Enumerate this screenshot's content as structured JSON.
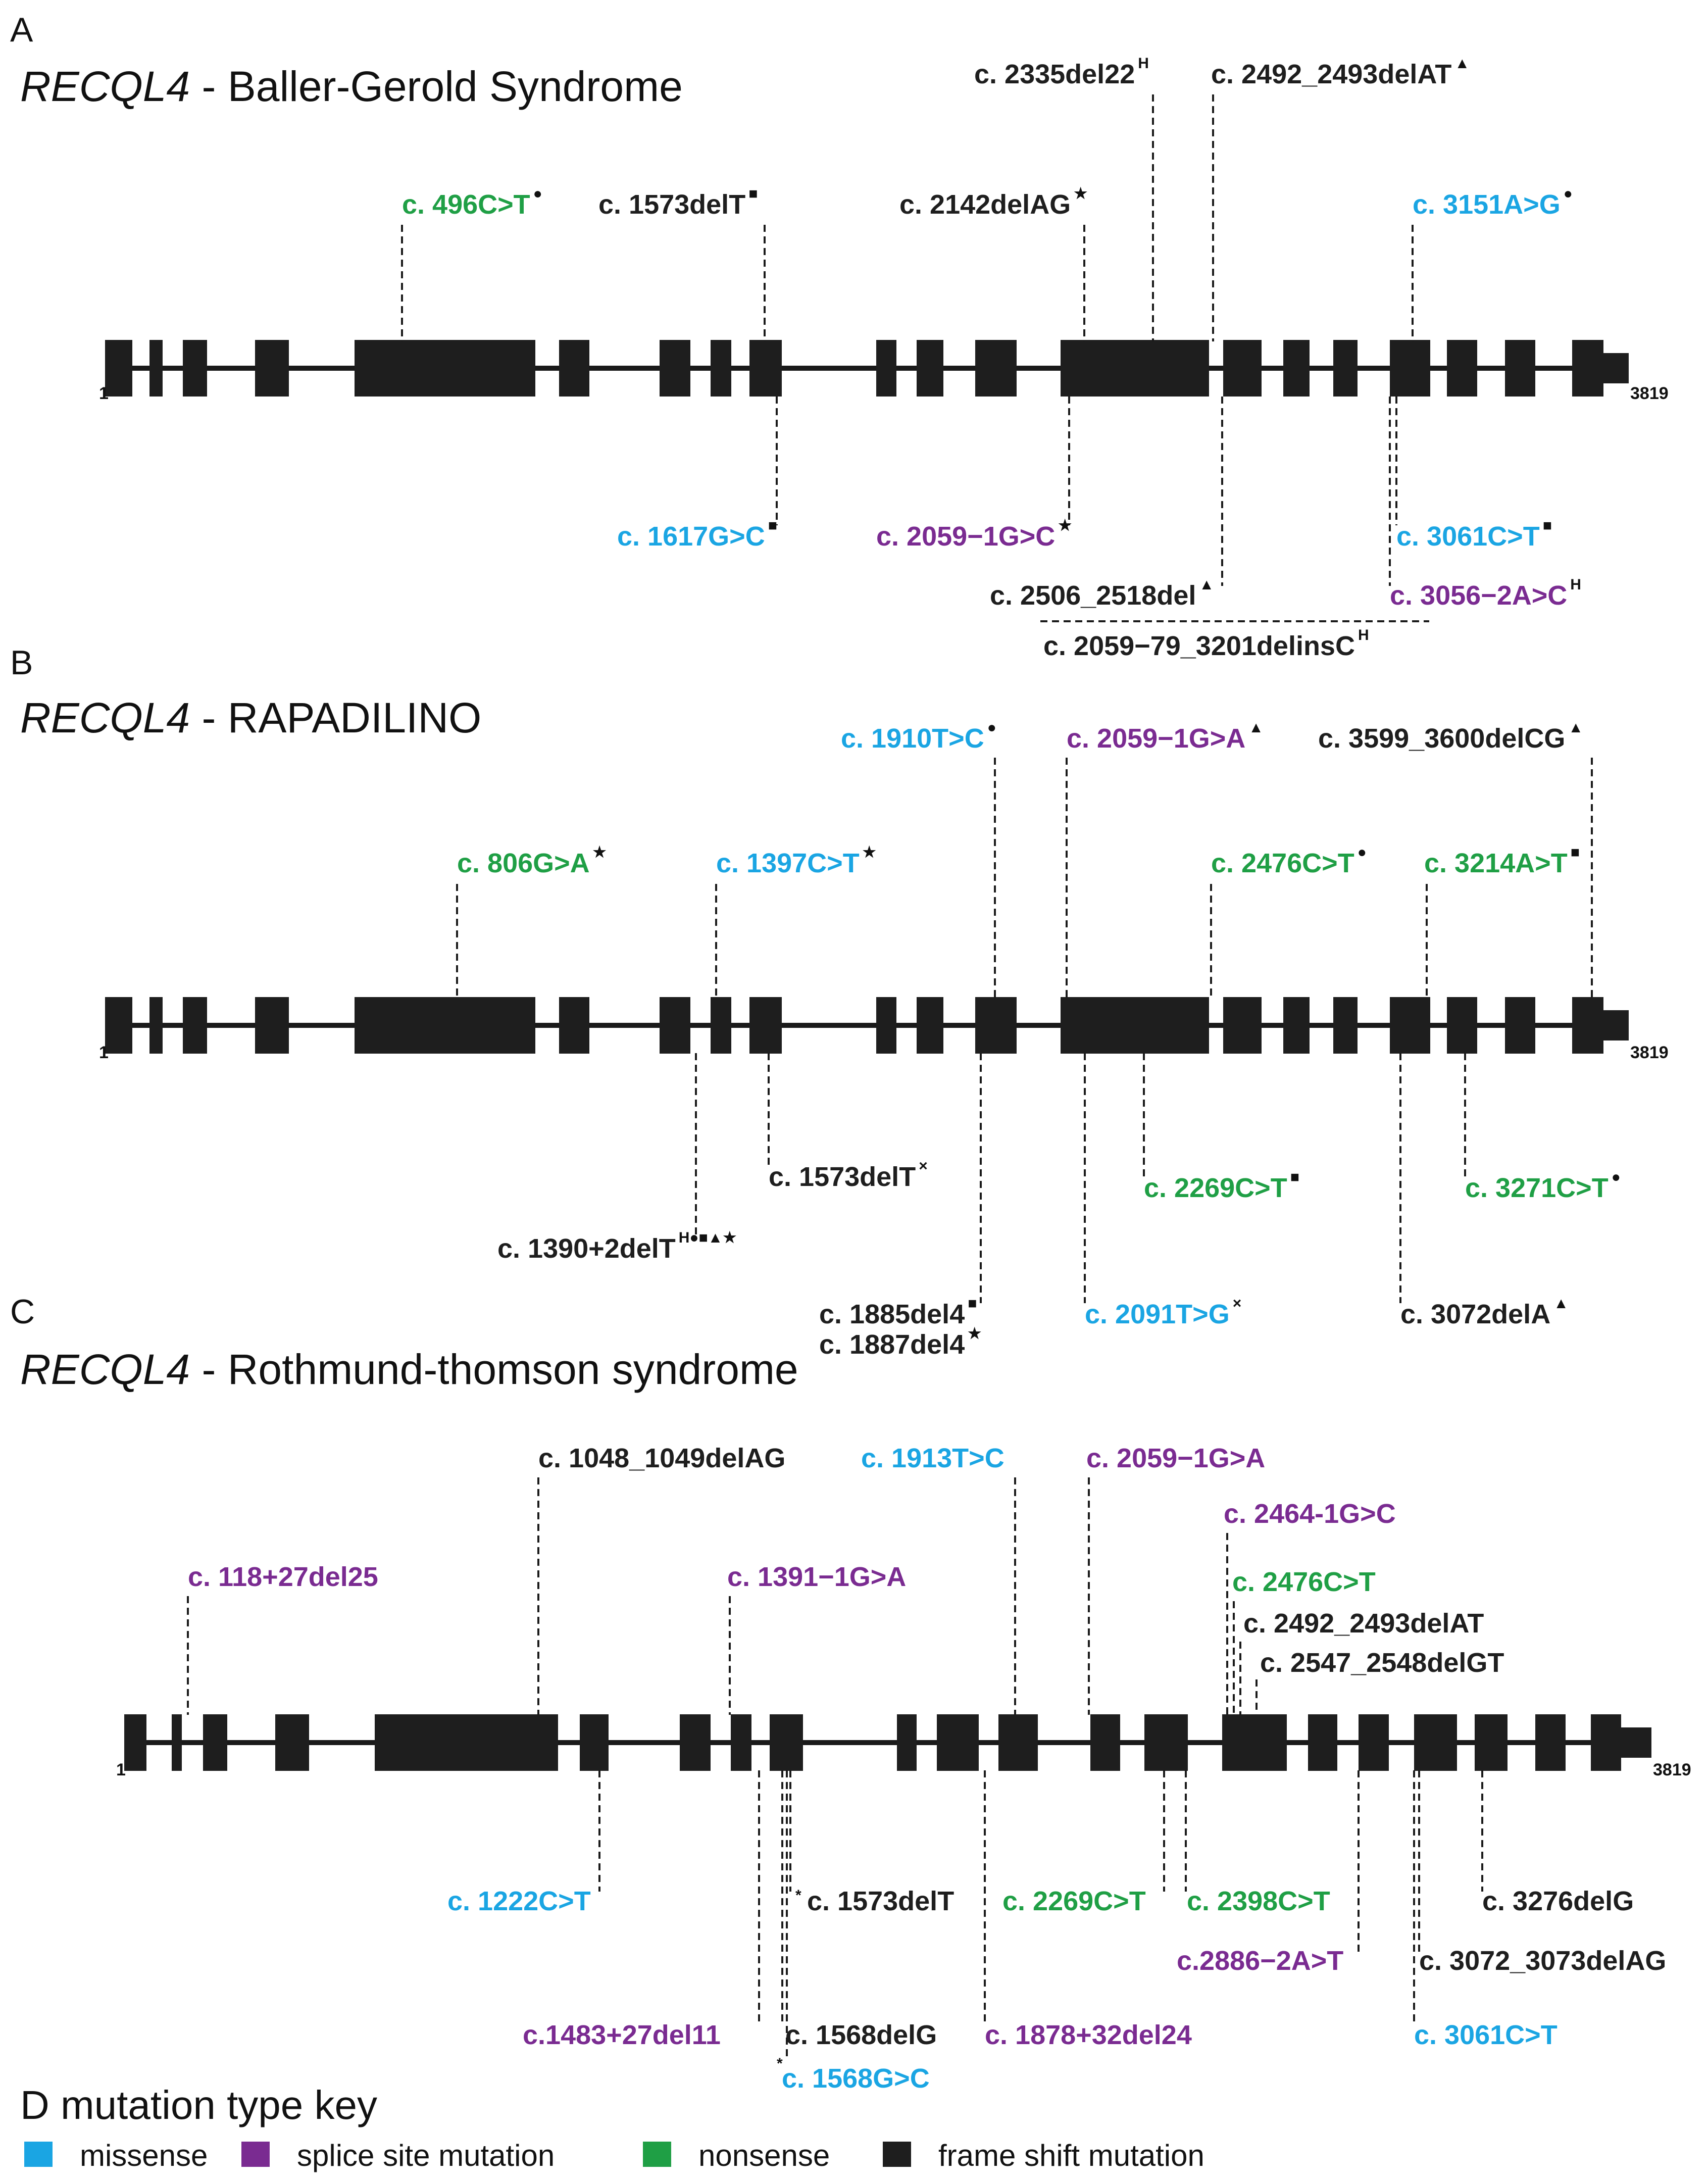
{
  "colors": {
    "missense": "#1aa5e3",
    "splice": "#7a2b91",
    "nonsense": "#1f9f45",
    "frameshift": "#1e1e1e",
    "marker_red": "#e3202b"
  },
  "panels": [
    {
      "letter": "A",
      "gene": "RECQL4",
      "title": " - Baller-Gerold Syndrome",
      "start_label": "1",
      "end_label": "3819",
      "mutations": [
        {
          "text": "c. 496C>T",
          "type": "nonsense",
          "sup": "●",
          "sup_color": "frameshift"
        },
        {
          "text": "c. 1573delT",
          "type": "frameshift",
          "weight": "normal",
          "sup": "■",
          "sup_color": "frameshift"
        },
        {
          "text": "c. 2142delAG",
          "type": "frameshift",
          "sup": "★",
          "sup_color": "frameshift"
        },
        {
          "text": "c. 2335del22",
          "type": "frameshift",
          "sup": "H",
          "sup_color": "frameshift"
        },
        {
          "text": "c. 2492_2493delAT",
          "type": "frameshift",
          "sup": "▲",
          "sup_color": "frameshift"
        },
        {
          "text": "c. 3151A>G",
          "type": "missense",
          "sup": "●",
          "sup_color": "frameshift"
        },
        {
          "text": "c. 1617G>C",
          "type": "missense",
          "sup": "■",
          "sup_color": "frameshift"
        },
        {
          "text": "c. 2059−1G>C",
          "type": "splice",
          "sup": "★",
          "sup_color": "frameshift"
        },
        {
          "text": "c. 3061C>T",
          "type": "missense",
          "sup": "■",
          "sup_color": "frameshift"
        },
        {
          "text": "c. 2506_2518del",
          "type": "frameshift",
          "sup": "▲",
          "sup_color": "frameshift"
        },
        {
          "text": "c. 3056−2A>C",
          "type": "splice",
          "sup": "H",
          "sup_color": "frameshift"
        },
        {
          "text": "c. 2059−79_3201delinsC",
          "type": "frameshift",
          "sup": "H",
          "sup_color": "frameshift"
        }
      ]
    },
    {
      "letter": "B",
      "gene": "RECQL4",
      "title": " - RAPADILINO",
      "start_label": "1",
      "end_label": "3819",
      "mutations": [
        {
          "text": "c. 1910T>C",
          "type": "missense",
          "sup": "●",
          "sup_color": "marker_red"
        },
        {
          "text": "c. 2059−1G>A",
          "type": "splice",
          "sup": "▲",
          "sup_color": "marker_red"
        },
        {
          "text": "c. 3599_3600delCG",
          "type": "frameshift",
          "sup": "▲",
          "sup_color": "frameshift"
        },
        {
          "text": "c. 806G>A",
          "type": "nonsense",
          "sup": "★",
          "sup_color": "frameshift"
        },
        {
          "text": "c. 1397C>T",
          "type": "missense",
          "sup": "★",
          "sup_color": "marker_red"
        },
        {
          "text": "c. 2476C>T",
          "type": "nonsense",
          "sup": "●",
          "sup_color": "marker_red"
        },
        {
          "text": "c. 3214A>T",
          "type": "nonsense",
          "sup": "■",
          "sup_color": "frameshift"
        },
        {
          "text": "c. 1573delT",
          "type": "frameshift",
          "sup": "×",
          "sup_color": "frameshift"
        },
        {
          "text": "c. 2269C>T",
          "type": "nonsense",
          "sup": "■",
          "sup_color": "marker_red"
        },
        {
          "text": "c. 3271C>T",
          "type": "nonsense",
          "sup": "●",
          "sup_color": "frameshift"
        },
        {
          "text": "c. 1390+2delT",
          "type": "frameshift",
          "sup": "H●■▲★",
          "sup_color": "frameshift"
        },
        {
          "text": "c. 1885del4",
          "type": "frameshift",
          "sup": "■",
          "sup_color": "marker_red"
        },
        {
          "text": "c. 1887del4",
          "type": "frameshift",
          "sup": "★",
          "sup_color": "marker_red"
        },
        {
          "text": "c. 2091T>G",
          "type": "missense",
          "sup": "×",
          "sup_color": "frameshift"
        },
        {
          "text": "c. 3072delA",
          "type": "frameshift",
          "sup": "▲",
          "sup_color": "marker_red"
        }
      ]
    },
    {
      "letter": "C",
      "gene": "RECQL4",
      "title": " - Rothmund-thomson syndrome",
      "start_label": "1",
      "end_label": "3819",
      "mutations": [
        {
          "text": "c. 1048_1049delAG",
          "type": "frameshift"
        },
        {
          "text": "c. 1913T>C",
          "type": "missense"
        },
        {
          "text": "c. 2059−1G>A",
          "type": "splice"
        },
        {
          "text": "c. 2464-1G>C",
          "type": "splice"
        },
        {
          "text": "c. 118+27del25",
          "type": "splice"
        },
        {
          "text": "c. 1391−1G>A",
          "type": "splice"
        },
        {
          "text": "c. 2476C>T",
          "type": "nonsense"
        },
        {
          "text": "c. 2492_2493delAT",
          "type": "frameshift"
        },
        {
          "text": "c. 2547_2548delGT",
          "type": "frameshift"
        },
        {
          "text": "c. 1222C>T",
          "type": "missense"
        },
        {
          "text": "c. 1573delT",
          "type": "frameshift",
          "pre": "*"
        },
        {
          "text": "c. 2269C>T",
          "type": "nonsense"
        },
        {
          "text": "c. 2398C>T",
          "type": "nonsense"
        },
        {
          "text": "c. 3276delG",
          "type": "frameshift"
        },
        {
          "text": "c.2886−2A>T",
          "type": "splice"
        },
        {
          "text": "c. 3072_3073delAG",
          "type": "frameshift"
        },
        {
          "text": "c.1483+27del11",
          "type": "splice"
        },
        {
          "text": "c. 1568delG",
          "type": "frameshift"
        },
        {
          "text": "c. 1878+32del24",
          "type": "splice"
        },
        {
          "text": "c. 3061C>T",
          "type": "missense"
        },
        {
          "text": "c. 1568G>C",
          "type": "missense",
          "pre": "*"
        }
      ]
    }
  ],
  "key": {
    "title": "D  mutation type key",
    "items": [
      {
        "label": "missense",
        "type": "missense"
      },
      {
        "label": "splice site mutation",
        "type": "splice"
      },
      {
        "label": "nonsense",
        "type": "nonsense"
      },
      {
        "label": "frame shift mutation",
        "type": "frameshift"
      }
    ]
  }
}
